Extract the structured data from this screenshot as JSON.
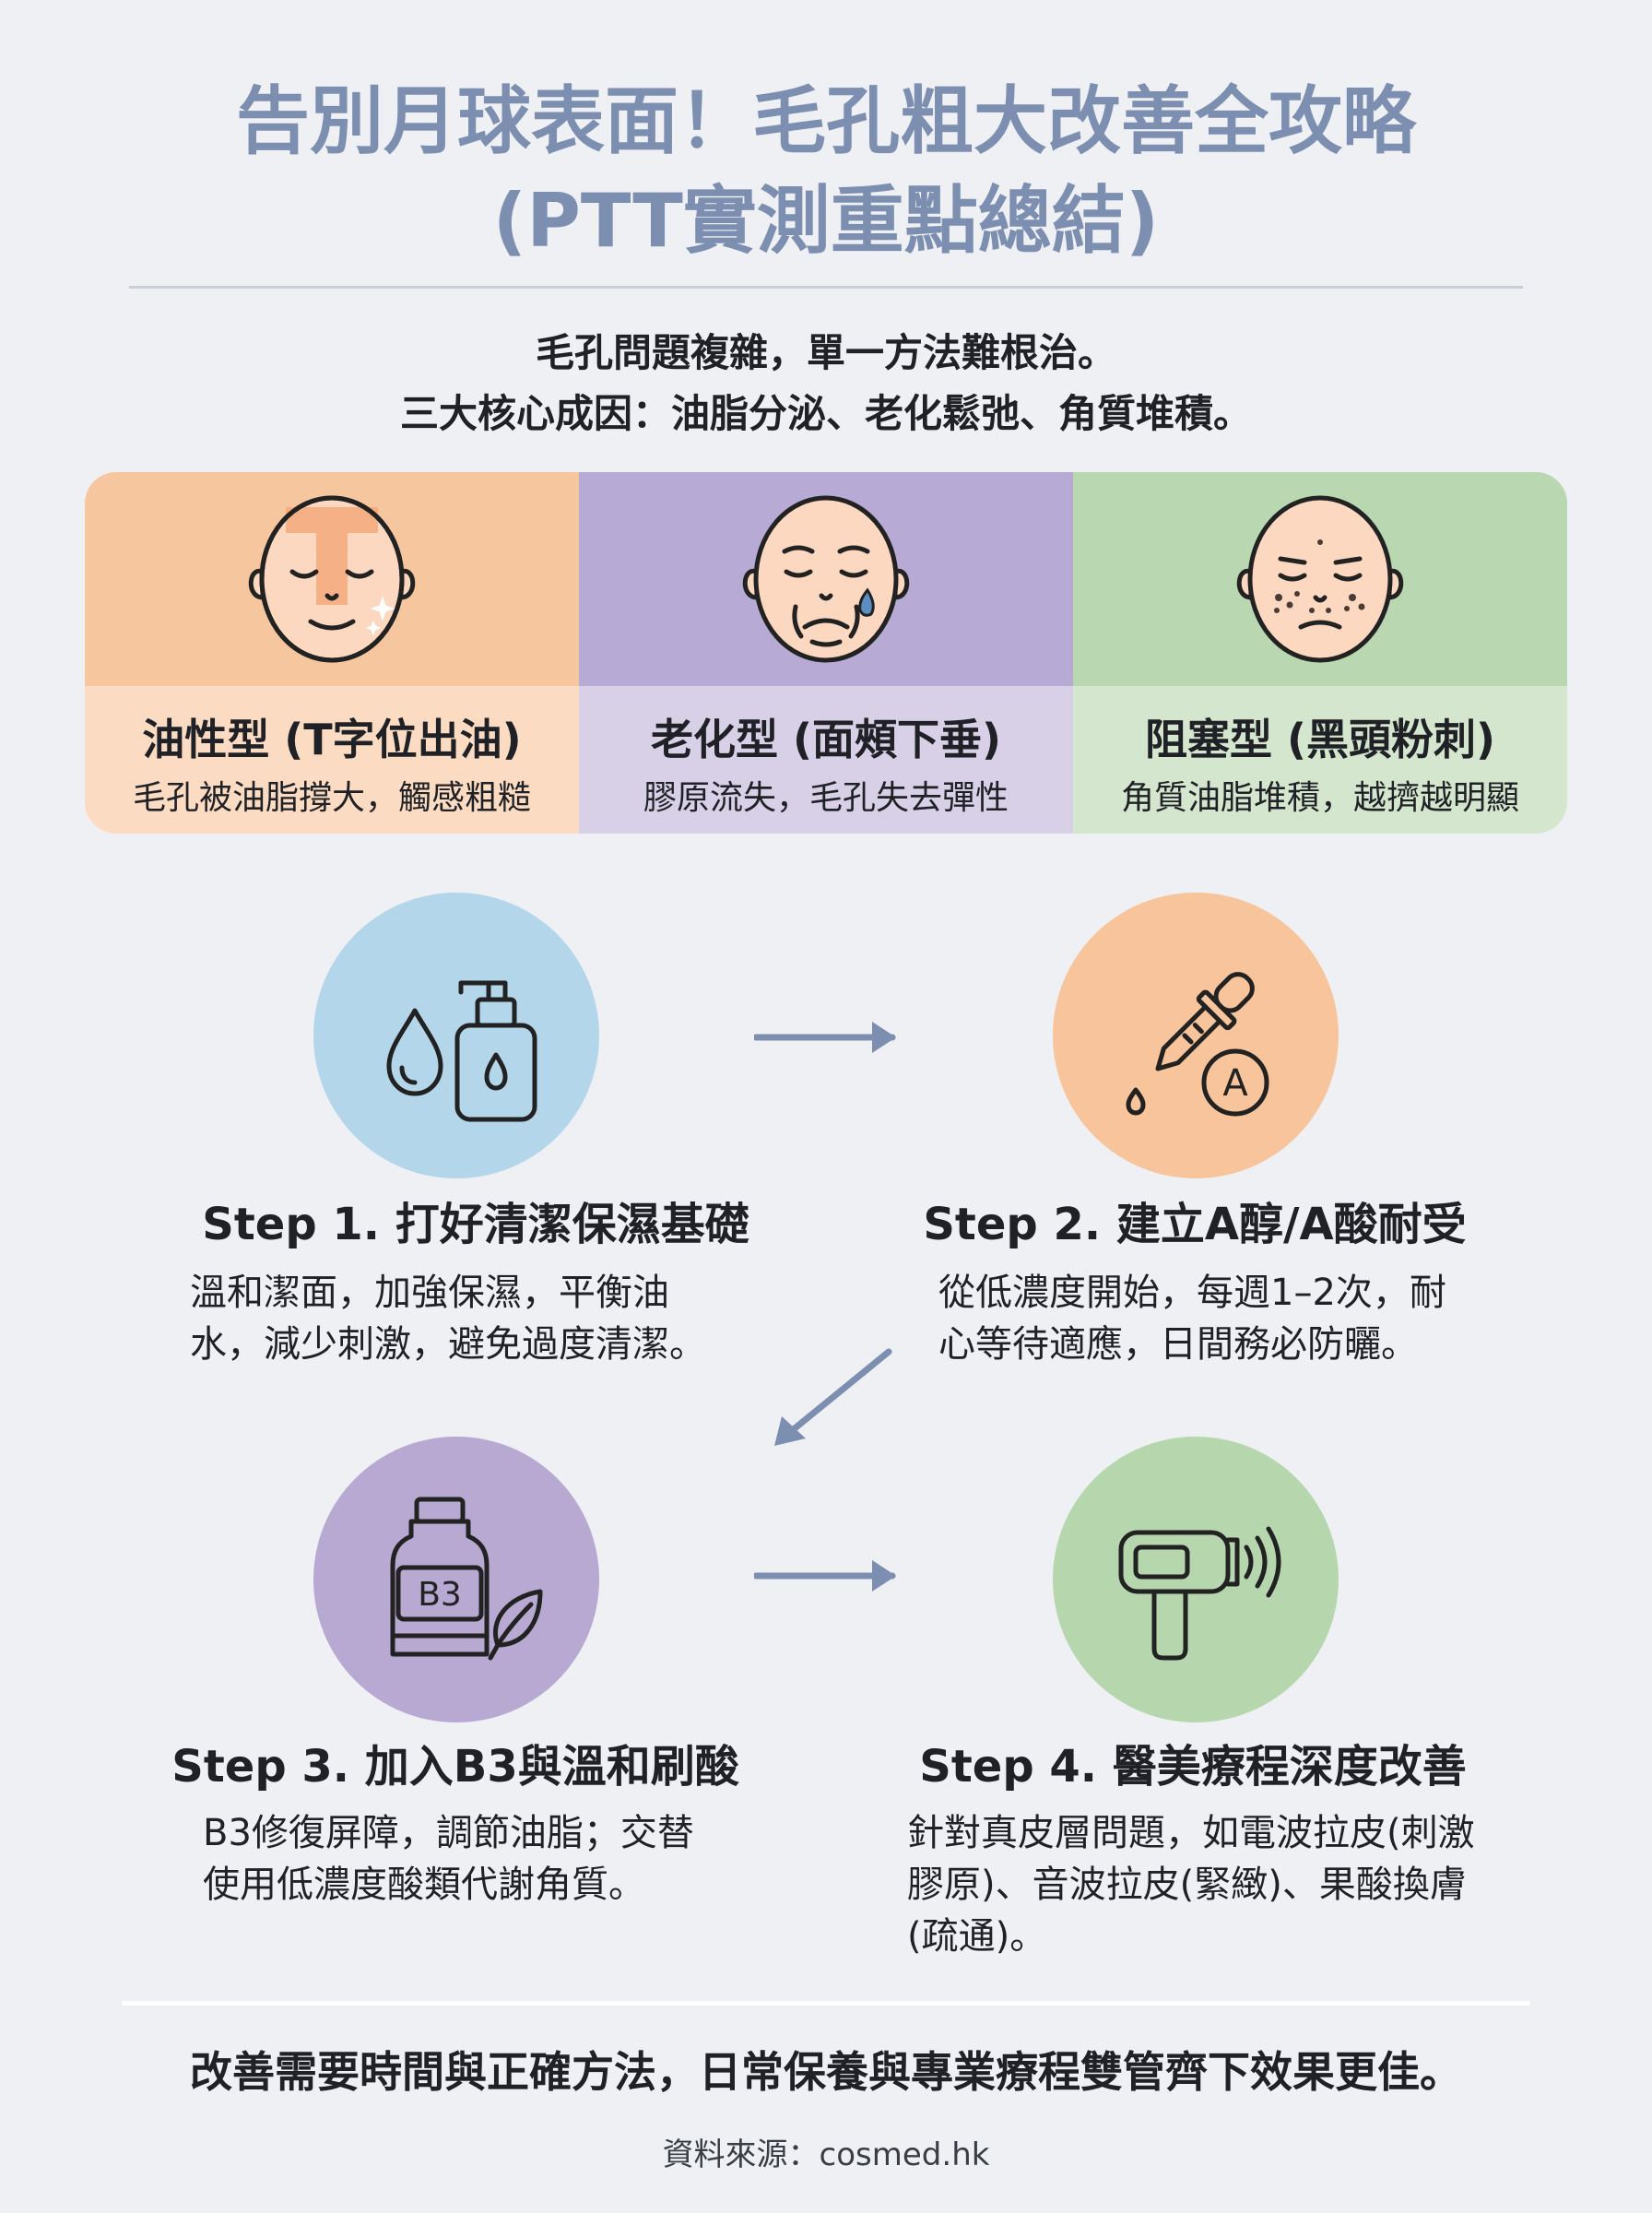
{
  "header": {
    "title_line1": "告別月球表面！毛孔粗大改善全攻略",
    "title_line2": "(PTT實測重點總結)"
  },
  "intro": {
    "line1": "毛孔問題複雜，單一方法難根治。",
    "line2": "三大核心成因：油脂分泌、老化鬆弛、角質堆積。"
  },
  "pore_types": [
    {
      "name": "油性型 (T字位出油)",
      "desc": "毛孔被油脂撐大，觸感粗糙",
      "icon": "oily-face-icon"
    },
    {
      "name": "老化型 (面頰下垂)",
      "desc": "膠原流失，毛孔失去彈性",
      "icon": "aging-face-icon"
    },
    {
      "name": "阻塞型 (黑頭粉刺)",
      "desc": "角質油脂堆積，越擠越明顯",
      "icon": "clogged-face-icon"
    }
  ],
  "steps": [
    {
      "title": "Step 1. 打好清潔保濕基礎",
      "desc_line1": "溫和潔面，加強保濕，平衡油",
      "desc_line2": "水，減少刺激，避免過度清潔。",
      "icon": "cleanser-bottle-icon"
    },
    {
      "title": "Step 2. 建立A醇/A酸耐受",
      "desc_line1": "從低濃度開始，每週1–2次，耐",
      "desc_line2": "心等待適應，日間務必防曬。",
      "icon": "dropper-icon",
      "badge": "A"
    },
    {
      "title": "Step 3. 加入B3與溫和刷酸",
      "desc_line1": "B3修復屏障，調節油脂；交替",
      "desc_line2": "使用低濃度酸類代謝角質。",
      "icon": "b3-bottle-icon",
      "badge": "B3"
    },
    {
      "title": "Step 4. 醫美療程深度改善",
      "desc_line1": "針對真皮層問題，如電波拉皮(刺激",
      "desc_line2": "膠原)、音波拉皮(緊緻)、果酸換膚",
      "desc_line3": "(疏通)。",
      "icon": "ultrasound-device-icon"
    }
  ],
  "conclusion": "改善需要時間與正確方法，日常保養與專業療程雙管齊下效果更佳。",
  "source": "資料來源：cosmed.hk",
  "colors": {
    "title": "#7d8fb0",
    "arrow": "#7d8fb0",
    "oily": "#f6c79e",
    "aging": "#b7aad4",
    "clog": "#b9d7b1",
    "step1": "#b4d6ea",
    "step2": "#f7c49b",
    "step3": "#b8a9d3",
    "step4": "#b6d6ae"
  }
}
